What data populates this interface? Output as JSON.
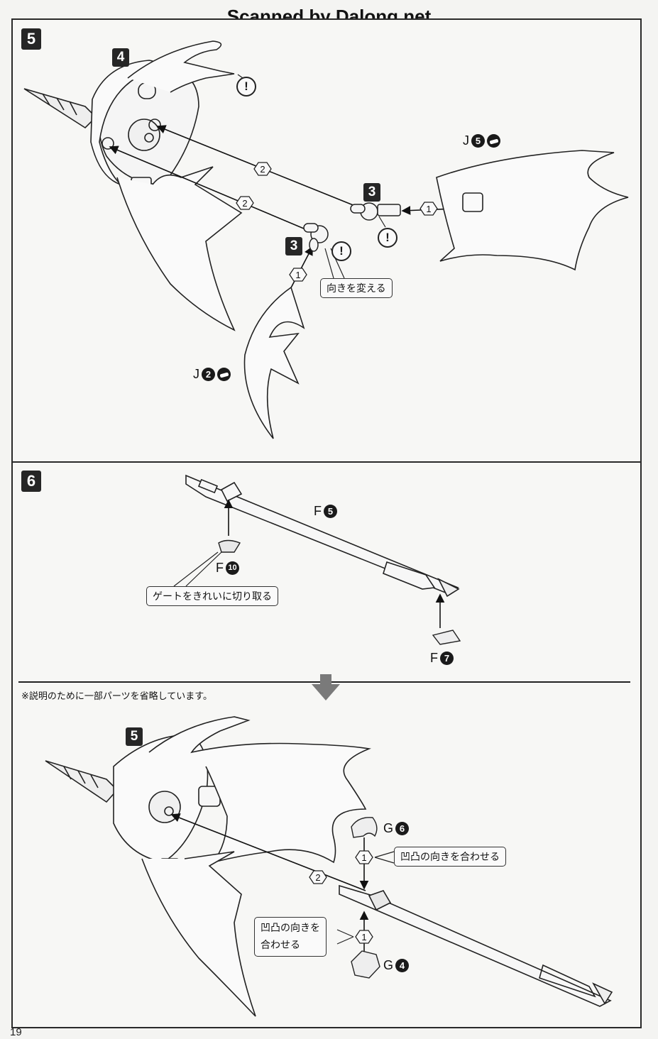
{
  "watermark": "Scanned by Dalong.net",
  "page_number": "19",
  "step5": {
    "badge": "5",
    "sub_badge_4": "4",
    "sub_badge_3a": "3",
    "sub_badge_3b": "3",
    "hex_labels": [
      "2",
      "2",
      "1",
      "1"
    ],
    "callout_turn": "向きを変える",
    "part_j5": {
      "letter": "J",
      "num": "5"
    },
    "part_j2": {
      "letter": "J",
      "num": "2"
    },
    "warnings": [
      "!",
      "!",
      "!"
    ]
  },
  "step6": {
    "badge": "6",
    "part_f5": {
      "letter": "F",
      "num": "5"
    },
    "part_f10": {
      "letter": "F",
      "num": "10"
    },
    "part_f7": {
      "letter": "F",
      "num": "7"
    },
    "callout_gate": "ゲートをきれいに切り取る"
  },
  "result": {
    "note": "※説明のために一部パーツを省略しています。",
    "badge": "5",
    "hex_labels": [
      "2",
      "1",
      "1"
    ],
    "part_g6": {
      "letter": "G",
      "num": "6"
    },
    "part_g4": {
      "letter": "G",
      "num": "4"
    },
    "callout_align_top": "凹凸の向きを合わせる",
    "callout_align_bottom_line1": "凹凸の向きを",
    "callout_align_bottom_line2": "合わせる"
  }
}
